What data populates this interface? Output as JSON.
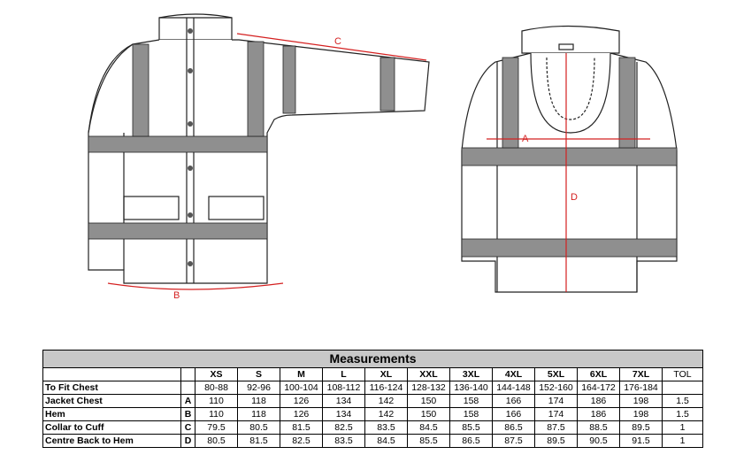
{
  "diagram": {
    "labels": [
      "A",
      "B",
      "C",
      "D"
    ],
    "line_color": "#222222",
    "band_color": "#8f8f8f",
    "dim_color": "#d42020"
  },
  "table": {
    "title": "Measurements",
    "sizes": [
      "XS",
      "S",
      "M",
      "L",
      "XL",
      "XXL",
      "3XL",
      "4XL",
      "5XL",
      "6XL",
      "7XL"
    ],
    "tol_header": "TOL",
    "rows": [
      {
        "label": "To Fit Chest",
        "letter": "",
        "values": [
          "80-88",
          "92-96",
          "100-104",
          "108-112",
          "116-124",
          "128-132",
          "136-140",
          "144-148",
          "152-160",
          "164-172",
          "176-184"
        ],
        "tol": ""
      },
      {
        "label": "Jacket Chest",
        "letter": "A",
        "values": [
          "110",
          "118",
          "126",
          "134",
          "142",
          "150",
          "158",
          "166",
          "174",
          "186",
          "198"
        ],
        "tol": "1.5"
      },
      {
        "label": "Hem",
        "letter": "B",
        "values": [
          "110",
          "118",
          "126",
          "134",
          "142",
          "150",
          "158",
          "166",
          "174",
          "186",
          "198"
        ],
        "tol": "1.5"
      },
      {
        "label": "Collar to Cuff",
        "letter": "C",
        "values": [
          "79.5",
          "80.5",
          "81.5",
          "82.5",
          "83.5",
          "84.5",
          "85.5",
          "86.5",
          "87.5",
          "88.5",
          "89.5"
        ],
        "tol": "1"
      },
      {
        "label": "Centre Back to Hem",
        "letter": "D",
        "values": [
          "80.5",
          "81.5",
          "82.5",
          "83.5",
          "84.5",
          "85.5",
          "86.5",
          "87.5",
          "89.5",
          "90.5",
          "91.5"
        ],
        "tol": "1"
      }
    ]
  }
}
